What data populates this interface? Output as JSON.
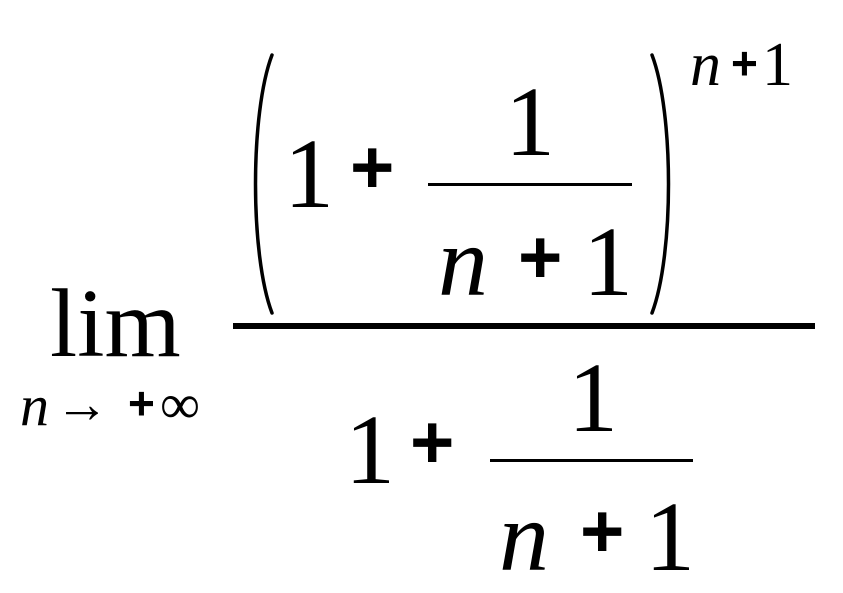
{
  "expression": {
    "limit": {
      "operator": "lim",
      "subscript_variable": "n",
      "subscript_arrow": "→",
      "subscript_plus": "+",
      "subscript_target": "∞"
    },
    "numerator": {
      "left_paren": "(",
      "right_paren": ")",
      "one": "1",
      "plus": "+",
      "fraction": {
        "numerator": "1",
        "denominator_variable": "n",
        "denominator_plus": "+",
        "denominator_one": "1"
      },
      "exponent": {
        "variable": "n",
        "plus": "+",
        "one": "1"
      }
    },
    "denominator": {
      "one": "1",
      "plus": "+",
      "fraction": {
        "numerator": "1",
        "denominator_variable": "n",
        "denominator_plus": "+",
        "denominator_one": "1"
      }
    }
  }
}
